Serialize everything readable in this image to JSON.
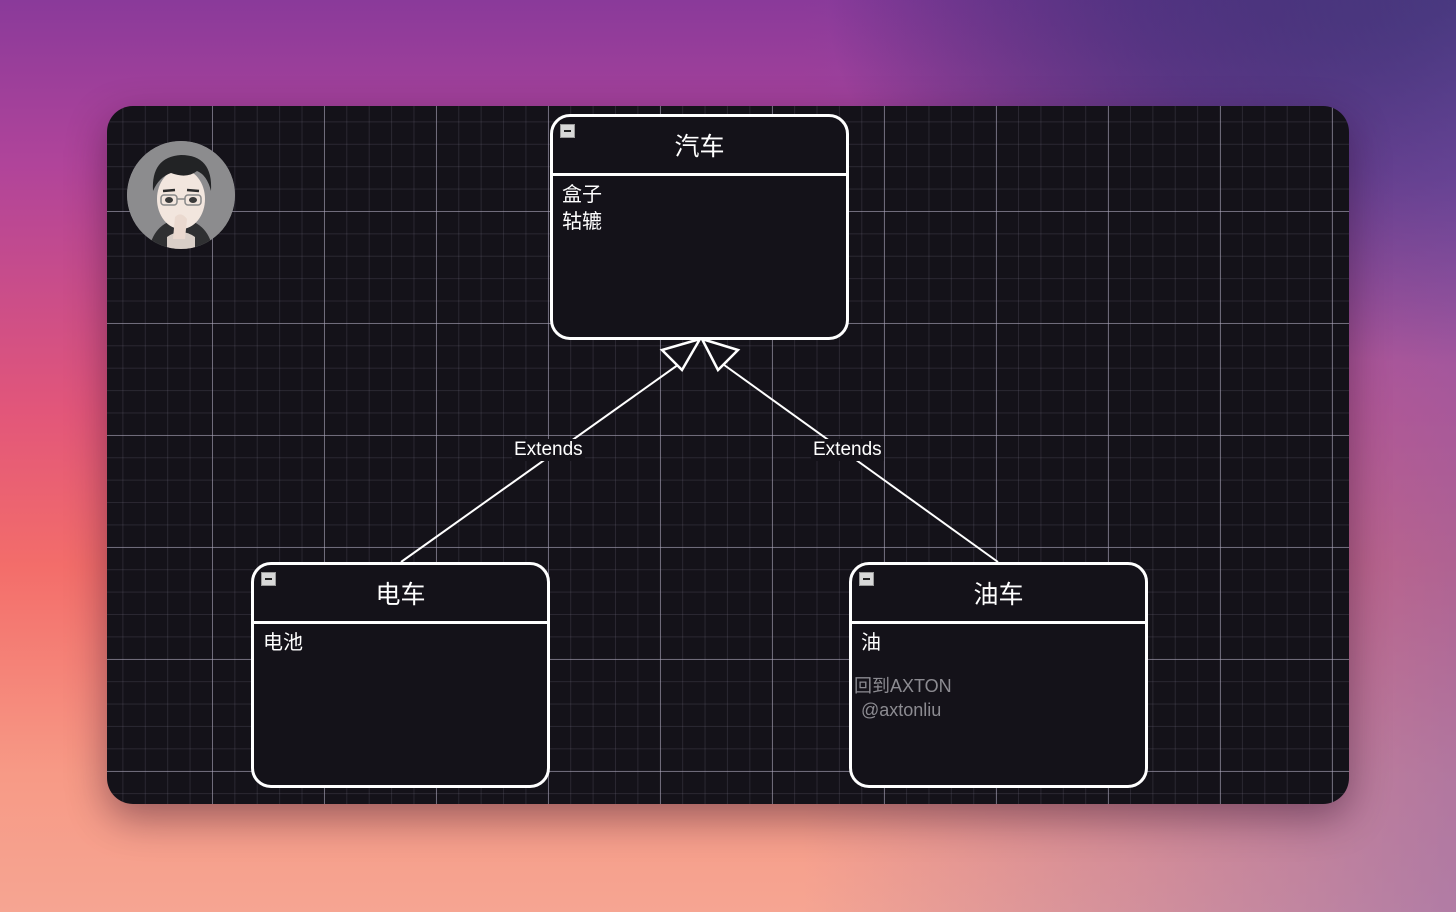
{
  "diagram": {
    "nodes": {
      "car": {
        "title": "汽车",
        "attributes": [
          "盒子",
          "轱辘"
        ]
      },
      "electric_car": {
        "title": "电车",
        "attributes": [
          "电池"
        ]
      },
      "fuel_car": {
        "title": "油车",
        "attributes": [
          "油"
        ]
      }
    },
    "edges": [
      {
        "from": "电车",
        "to": "汽车",
        "label": "Extends"
      },
      {
        "from": "油车",
        "to": "汽车",
        "label": "Extends"
      }
    ]
  },
  "watermark": {
    "line1": "回到AXTON",
    "line2": "@axtonliu"
  },
  "colors": {
    "canvas": "#141219",
    "stroke": "#ffffff",
    "grid": "#aaa5b9"
  },
  "icons": {
    "collapse": "collapse-icon",
    "avatar": "avatar-image"
  }
}
